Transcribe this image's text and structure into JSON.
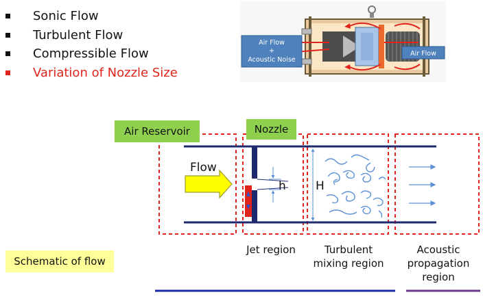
{
  "bullets": [
    {
      "text": "Sonic Flow",
      "color": "#111111"
    },
    {
      "text": "Turbulent Flow",
      "color": "#111111"
    },
    {
      "text": "Compressible Flow",
      "color": "#111111"
    },
    {
      "text": "Variation of Nozzle Size",
      "color": "#e0241b"
    }
  ],
  "device": {
    "left_box": {
      "line1": "Air Flow",
      "line2": "+",
      "line3": "Acoustic Noise"
    },
    "right_box": "Air Flow"
  },
  "diagram": {
    "air_reservoir": "Air Reservoir",
    "nozzle": "Nozzle",
    "flow_label": "Flow",
    "h_small": "h",
    "h_large": "H",
    "regions": {
      "jet": "Jet region",
      "turbulent_line1": "Turbulent",
      "turbulent_line2": "mixing region",
      "acoustic_line1": "Acoustic",
      "acoustic_line2": "propagation",
      "acoustic_line3": "region"
    },
    "schematic": "Schematic of flow"
  },
  "colors": {
    "red_text": "#e0241b",
    "green_label": "#8fd14f",
    "yellow_label": "#ffff99",
    "pipe_blue": "#1f2a6e",
    "dash_red": "#e0241b",
    "arrow_yellow": "#ffff00",
    "blue_line": "#1a2aa8",
    "purple_line": "#6b3a8f"
  }
}
